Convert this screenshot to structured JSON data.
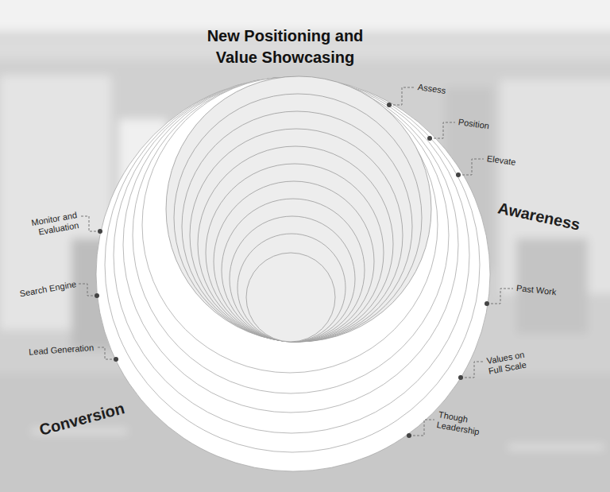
{
  "diagram": {
    "title": "New Positioning and Value Showcasing",
    "labels": [
      "Assess",
      "Position",
      "Elevate",
      "Awareness",
      "Past Work",
      "Values on Full Scale",
      "Though Leadership",
      "Conversion",
      "Lead Generation",
      "Search Engine",
      "Monitor and Evaluation"
    ]
  }
}
